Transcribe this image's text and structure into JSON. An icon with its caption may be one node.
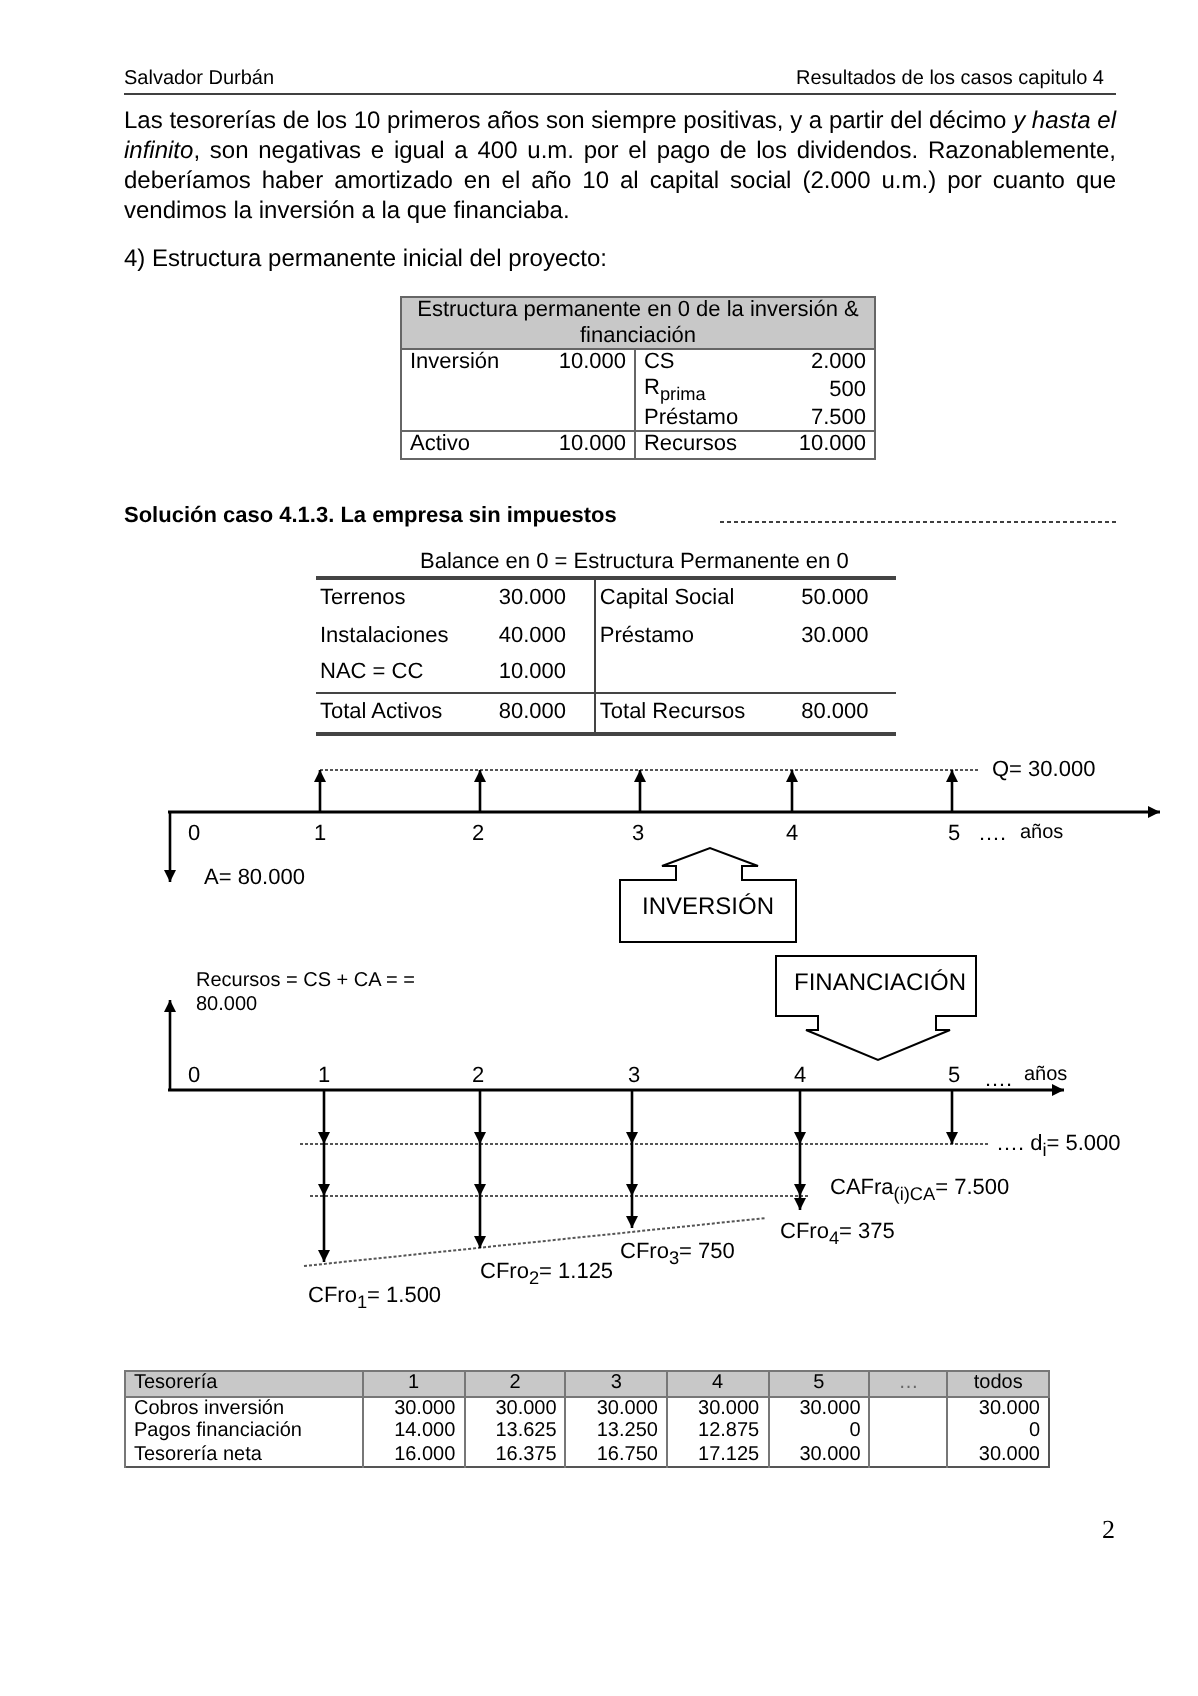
{
  "diagram": {
    "nodes": [
      {
        "text": [
          "INVERSIÓN"
        ]
      },
      {
        "text": [
          "FINANCIACIÓN"
        ]
      }
    ],
    "edges": [],
    "labels": [
      "Salvador Durbán",
      "Resultados de los casos capitulo 4",
      "Las tesorerías de los 10 primeros años son siempre positivas, y a partir del décimo *y hasta el infinito*, son negativas e igual a 400 u.m. por el pago de los dividendos. Razonablemente, deberíamos haber amortizado en el año 10 al capital social (2.000 u.m.) por cuanto que vendimos la inversión a la que financiaba.",
      "4) Estructura permanente inicial del proyecto:",
      "Estructura permanente en 0 de la inversión & financiación",
      "Inversión",
      "10.000",
      "CS",
      "2.000",
      "R$_{prima}$",
      "500",
      "Préstamo",
      "7.500",
      "Activo",
      "10.000",
      "Recursos",
      "10.000",
      "Solución caso 4.1.3. La empresa sin impuestos",
      "Balance en 0 = Estructura Permanente en 0",
      "Terrenos",
      "30.000",
      "Capital Social",
      "50.000",
      "Instalaciones",
      "40.000",
      "Préstamo",
      "30.000",
      "NAC = CC",
      "10.000",
      "Total Activos",
      "80.000",
      "Total Recursos",
      "80.000",
      "Q= 30.000",
      "0",
      "1",
      "2",
      "3",
      "4",
      "5",
      "….",
      "años",
      "A= 80.000",
      "Recursos = CS + CA = = 80.000",
      "0",
      "1",
      "2",
      "3",
      "4",
      "5",
      "….",
      "años",
      "…. d$_{i}$= 5.000",
      "CAFra$_{(i)CA}$= 7.500",
      "CFro$_{4}$= 375",
      "CFro$_{3}$= 750",
      "CFro$_{2}$= 1.125",
      "CFro$_{1}$= 1.500",
      "Tesorería",
      "1",
      "2",
      "3",
      "4",
      "5",
      "…",
      "todos",
      "Cobros inversión",
      "30.000",
      "30.000",
      "30.000",
      "30.000",
      "30.000",
      "30.000",
      "Pagos financiación",
      "14.000",
      "13.625",
      "13.250",
      "12.875",
      "0",
      "0",
      "Tesorería neta",
      "16.000",
      "16.375",
      "16.750",
      "17.125",
      "30.000",
      "30.000",
      "2"
    ]
  }
}
